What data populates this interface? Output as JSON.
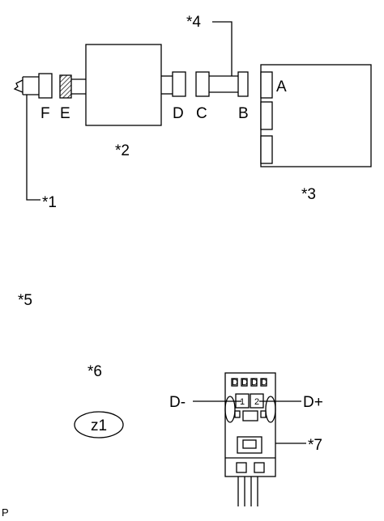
{
  "callouts": {
    "c1": "*1",
    "c2": "*2",
    "c3": "*3",
    "c4": "*4",
    "c5": "*5",
    "c6": "*6",
    "c7": "*7"
  },
  "connectors": {
    "a": "A",
    "b": "B",
    "c": "C",
    "d": "D",
    "e": "E",
    "f": "F"
  },
  "pin_view": {
    "pin1": "1",
    "pin2": "2",
    "left_signal": "D-",
    "right_signal": "D+",
    "unmarked_terminal": "D"
  },
  "oval_label": "z1",
  "corner_mark": "P"
}
